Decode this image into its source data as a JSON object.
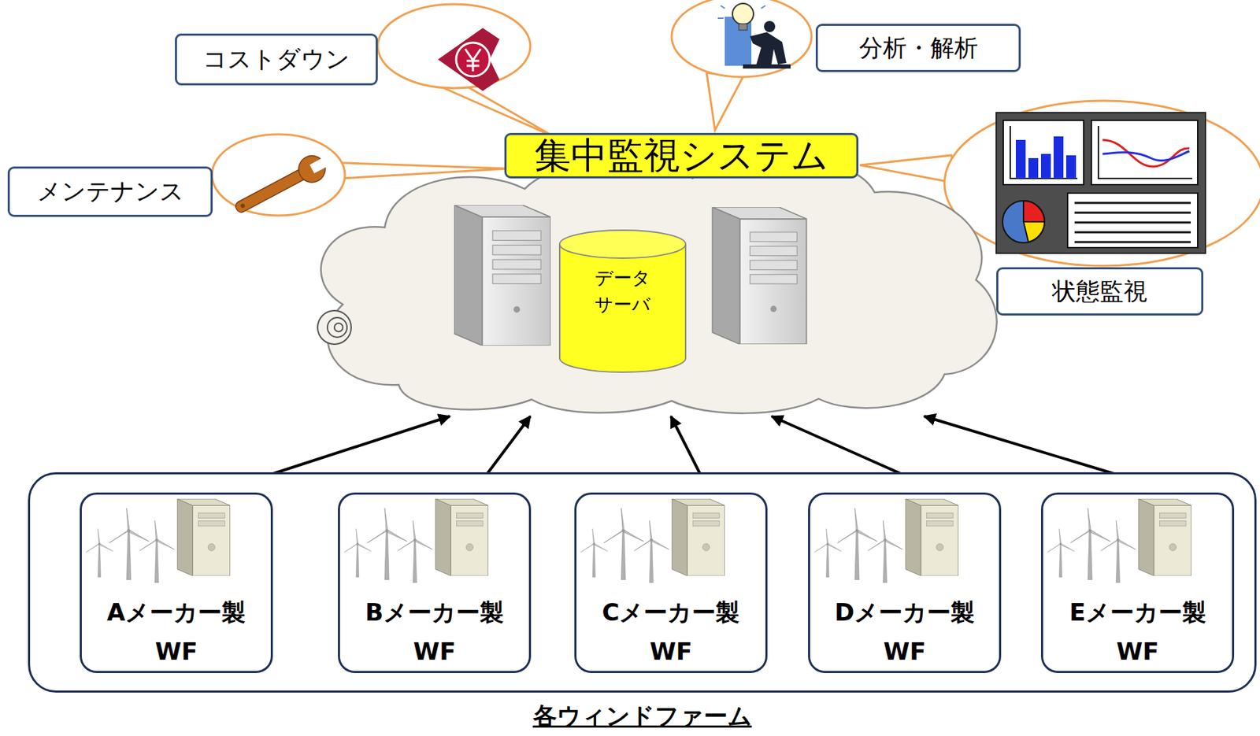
{
  "diagram": {
    "nodes": [
      {
        "text": [
          "コストダウン"
        ]
      },
      {
        "text": [
          "分析・解析"
        ]
      },
      {
        "text": [
          "メンテナンス"
        ]
      },
      {
        "text": [
          "集中監視システム"
        ]
      },
      {
        "text": [
          "データ サーバ"
        ],
        "in": 3
      },
      {
        "text": [
          "状態監視"
        ]
      },
      {
        "text": [
          "各ウィンドファーム"
        ]
      },
      {
        "text": [
          "Aメーカー製",
          "WF"
        ],
        "in": 6
      },
      {
        "text": [
          "Bメーカー製",
          "WF"
        ],
        "in": 6
      },
      {
        "text": [
          "Cメーカー製",
          "WF"
        ],
        "in": 6
      },
      {
        "text": [
          "Dメーカー製",
          "WF"
        ],
        "in": 6
      },
      {
        "text": [
          "Eメーカー製",
          "WF"
        ],
        "in": 6
      }
    ],
    "edges": [
      {
        "from": 7,
        "to": 3,
        "arrow": "to"
      },
      {
        "from": 8,
        "to": 3,
        "arrow": "to"
      },
      {
        "from": 9,
        "to": 3,
        "arrow": "to"
      },
      {
        "from": 10,
        "to": 3,
        "arrow": "to"
      },
      {
        "from": 11,
        "to": 3,
        "arrow": "to"
      }
    ]
  }
}
